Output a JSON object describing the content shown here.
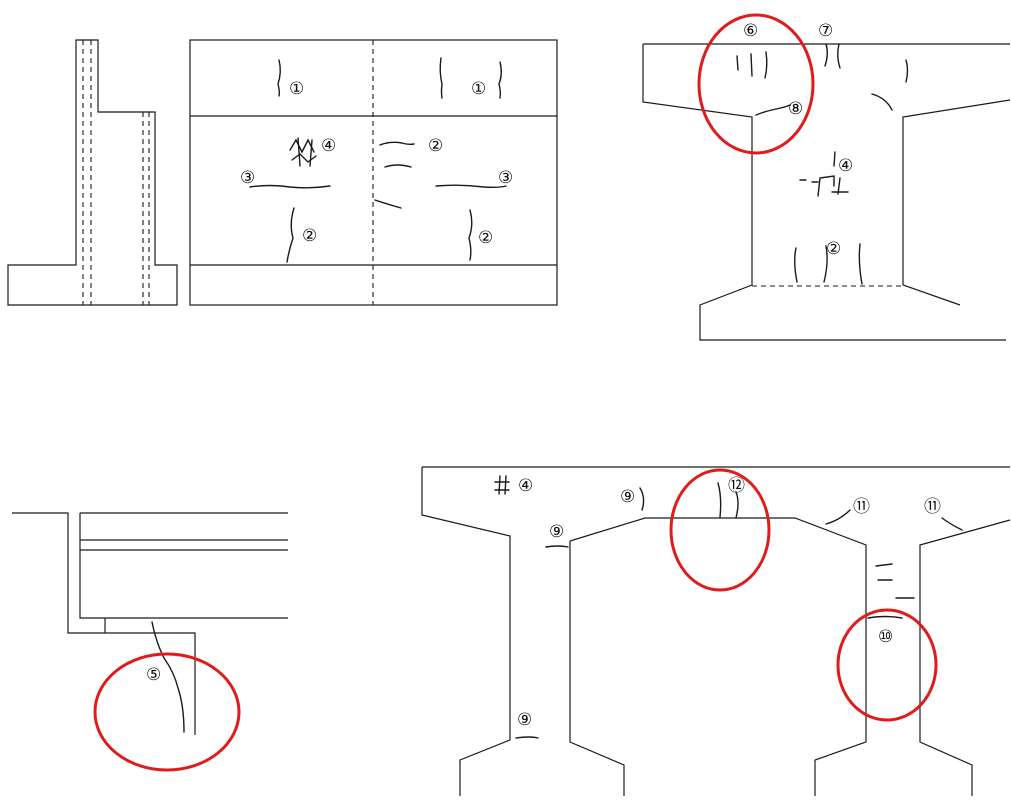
{
  "labels": {
    "c1": "①",
    "c2": "②",
    "c3": "③",
    "c4": "④",
    "c5": "⑤",
    "c6": "⑥",
    "c7": "⑦",
    "c8": "⑧",
    "c9": "⑨",
    "c10": "⑩",
    "c11": "⑪",
    "c12": "⑫"
  },
  "colors": {
    "line": "#1a1a1a",
    "highlight": "#e01b1b",
    "background": "#ffffff"
  }
}
